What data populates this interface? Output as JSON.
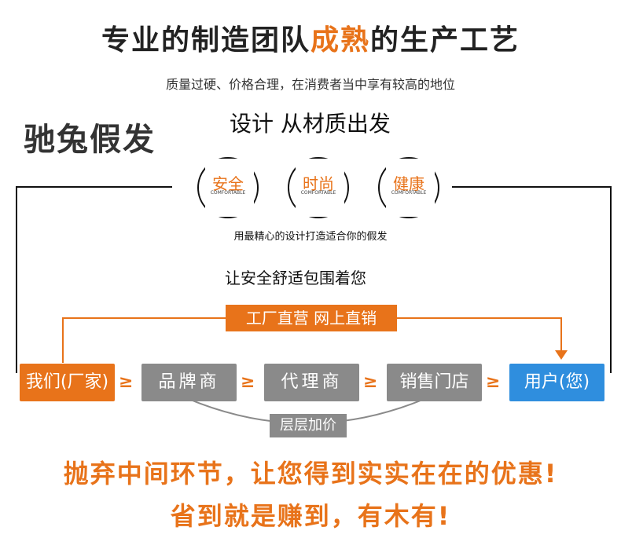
{
  "header": {
    "title_part1": "专业的制造团队",
    "title_highlight": "成熟",
    "title_part2": "的生产工艺",
    "subtitle": "质量过硬、价格合理，在消费者当中享有较高的地位"
  },
  "brand": "驰兔假发",
  "design_slogan": "设计 从材质出发",
  "features": [
    {
      "label": "安全",
      "sub": "COMFORTABLE"
    },
    {
      "label": "时尚",
      "sub": "COMFORTABLE"
    },
    {
      "label": "健康",
      "sub": "COMFORTABLE"
    }
  ],
  "craft_text": "用最精心的设计打造适合你的假发",
  "comfort_text": "让安全舒适包围着您",
  "flow": {
    "direct_label": "工厂直营 网上直销",
    "factory": "我们(厂家)",
    "brand_dealer": "品牌商",
    "agent": "代理商",
    "store": "销售门店",
    "user": "用户(您)",
    "markup_label": "层层加价",
    "chevron": "≥"
  },
  "promo": {
    "line1": "抛弃中间环节，让您得到实实在在的优惠!",
    "line2": "省到就是赚到，有木有!"
  },
  "colors": {
    "accent": "#e8731a",
    "gray": "#8a8a8a",
    "blue": "#2f8ede"
  }
}
